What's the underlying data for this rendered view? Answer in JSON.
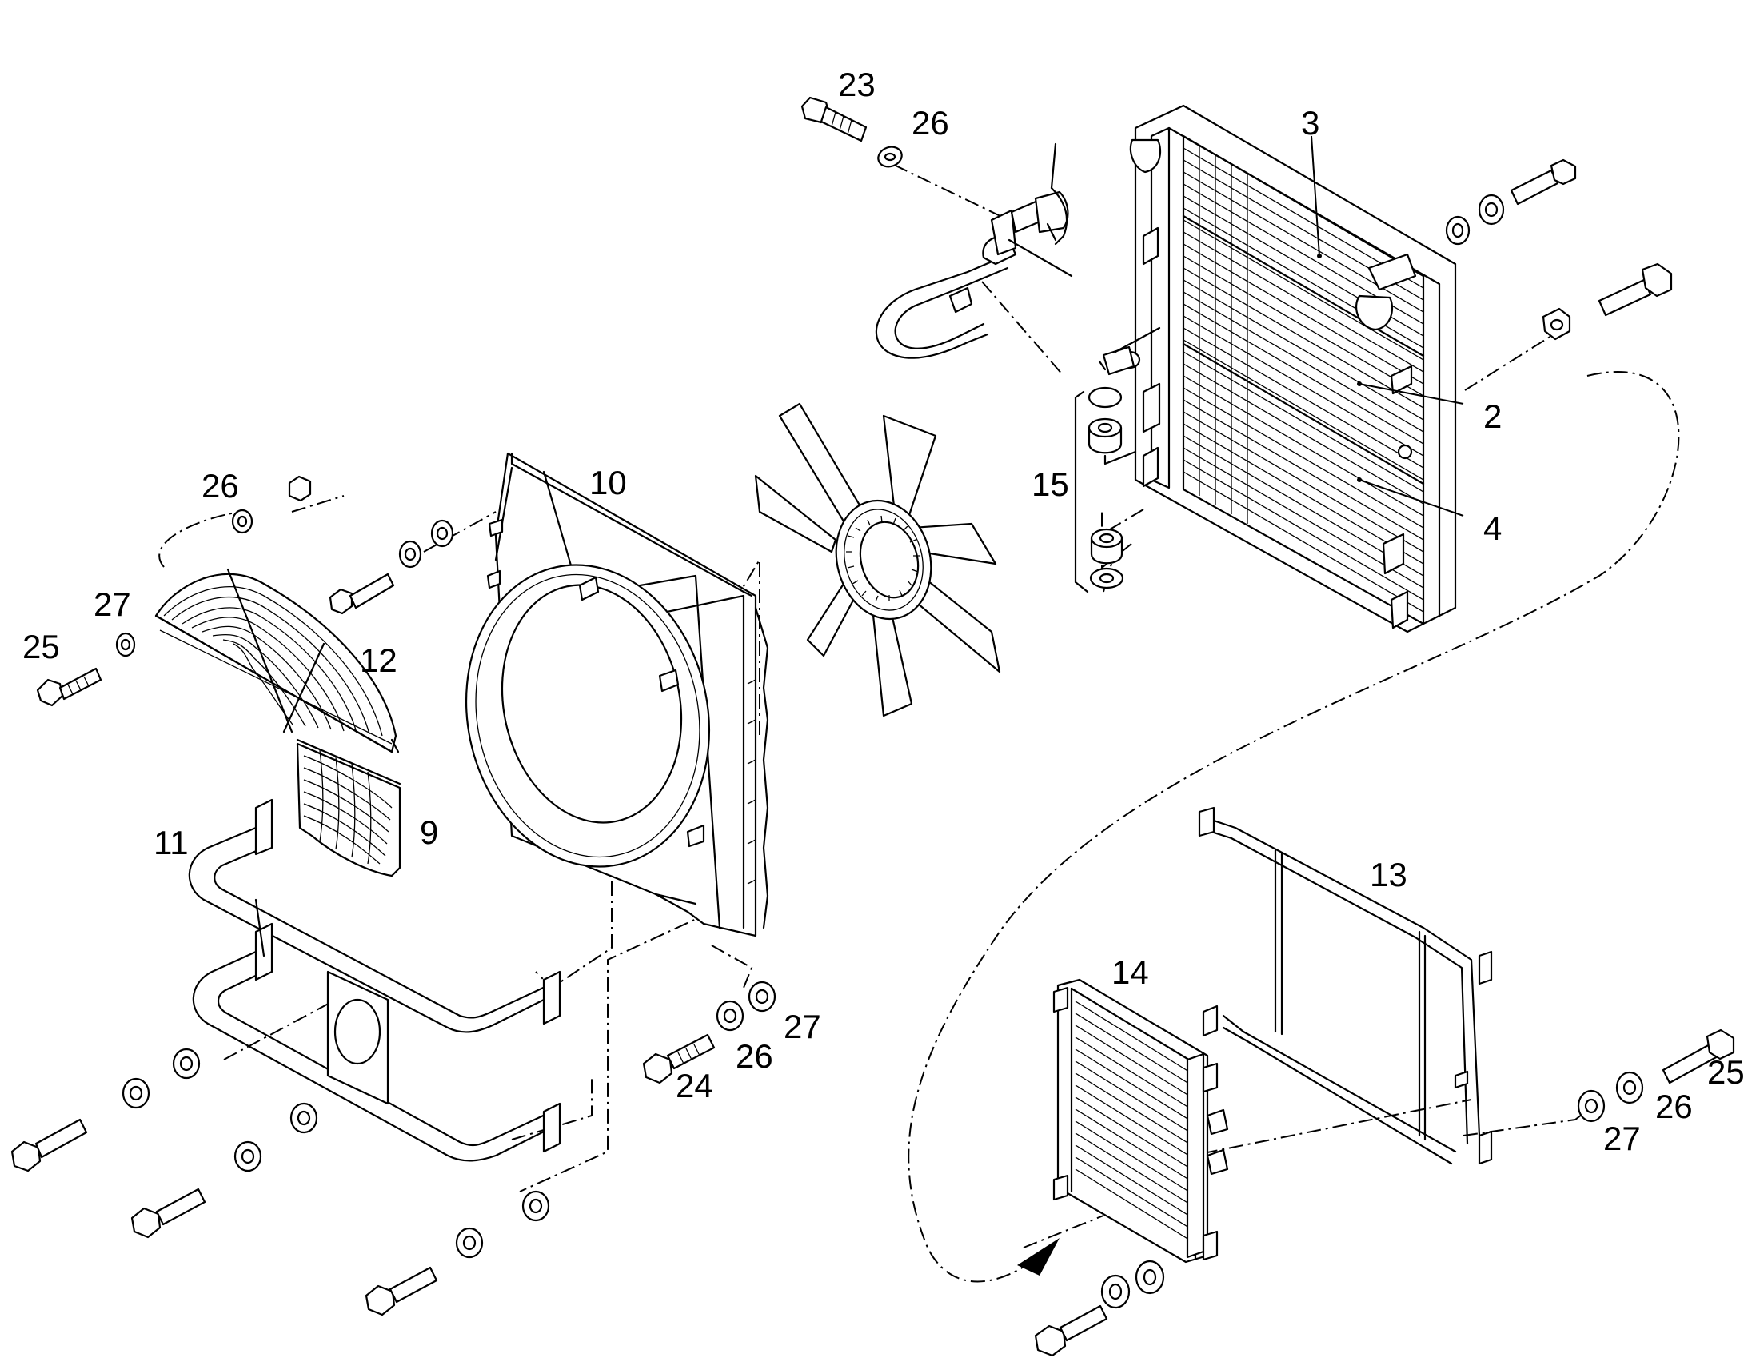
{
  "callouts": [
    {
      "id": "c23",
      "text": "23"
    },
    {
      "id": "c26a",
      "text": "26"
    },
    {
      "id": "c3",
      "text": "3"
    },
    {
      "id": "c2",
      "text": "2"
    },
    {
      "id": "c4",
      "text": "4"
    },
    {
      "id": "c15",
      "text": "15"
    },
    {
      "id": "c10",
      "text": "10"
    },
    {
      "id": "c26b",
      "text": "26"
    },
    {
      "id": "c27a",
      "text": "27"
    },
    {
      "id": "c25a",
      "text": "25"
    },
    {
      "id": "c12",
      "text": "12"
    },
    {
      "id": "c9",
      "text": "9"
    },
    {
      "id": "c11",
      "text": "11"
    },
    {
      "id": "c27b",
      "text": "27"
    },
    {
      "id": "c26c",
      "text": "26"
    },
    {
      "id": "c24",
      "text": "24"
    },
    {
      "id": "c13",
      "text": "13"
    },
    {
      "id": "c14",
      "text": "14"
    },
    {
      "id": "c25b",
      "text": "25"
    },
    {
      "id": "c26d",
      "text": "26"
    },
    {
      "id": "c27c",
      "text": "27"
    }
  ],
  "parts": {
    "radiator": "radiator",
    "fan": "fan",
    "fan_shroud": "fan-shroud",
    "fan_guard_upper": "fan-guard-upper",
    "fan_guard_lower": "fan-guard-lower",
    "support_frame": "support-frame",
    "oil_cooler": "oil-cooler",
    "cooler_frame": "cooler-frame",
    "rubber_mounts": "rubber-mounts",
    "hose_assembly": "hose-assembly"
  }
}
